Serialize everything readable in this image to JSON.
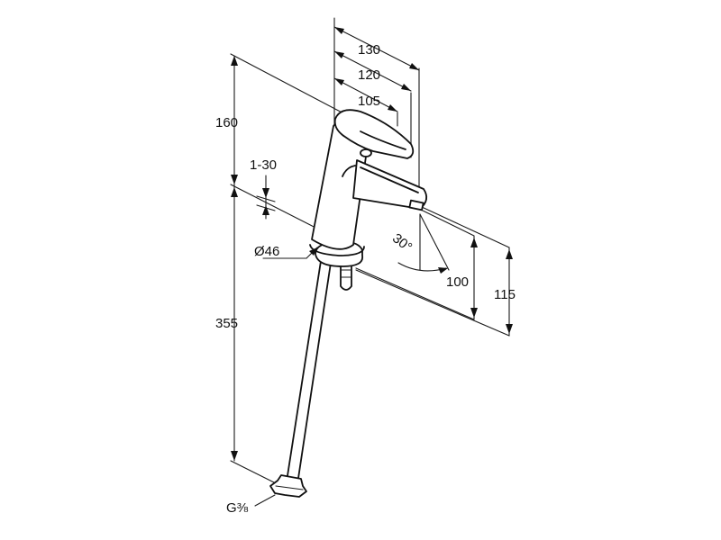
{
  "dimensions": {
    "width_130": "130",
    "width_120": "120",
    "width_105": "105",
    "height_160": "160",
    "clamp_1_30": "1-30",
    "body_diameter": "Ø46",
    "hose_355": "355",
    "angle_30": "30°",
    "height_100": "100",
    "height_115": "115",
    "thread": "G⅜"
  }
}
